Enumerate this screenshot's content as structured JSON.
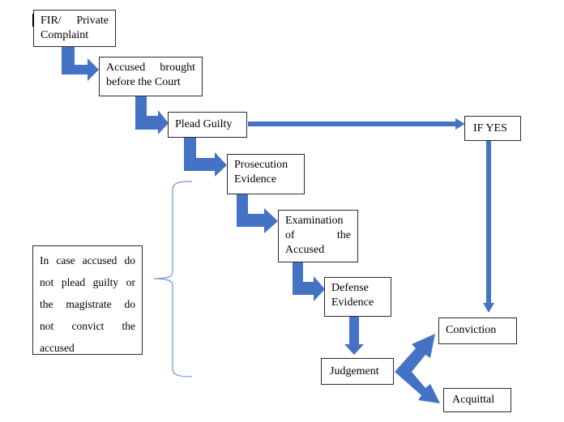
{
  "diagram": {
    "title": "",
    "accent_color": "#4472C4",
    "bracket_color": "#6F94D8",
    "nodes": {
      "fir": {
        "lines": [
          "FIR/  Private",
          "Complaint"
        ]
      },
      "accused": {
        "lines": [
          "Accused  brought",
          "before the Court"
        ]
      },
      "plead": {
        "lines": [
          "Plead Guilty"
        ]
      },
      "ifyes": {
        "lines": [
          "IF YES"
        ]
      },
      "prosecution": {
        "lines": [
          "Prosecution",
          "Evidence"
        ]
      },
      "examination": {
        "lines": [
          "Examination",
          "of          the",
          "Accused"
        ]
      },
      "defense": {
        "lines": [
          "Defense",
          "Evidence"
        ]
      },
      "judgement": {
        "lines": [
          "Judgement"
        ]
      },
      "conviction": {
        "lines": [
          "Conviction"
        ]
      },
      "acquittal": {
        "lines": [
          "Acquittal"
        ]
      }
    },
    "note": {
      "lines": [
        "In case accused do",
        "not plead guilty or",
        "the magistrate do",
        "not convict the",
        "accused"
      ]
    },
    "edges": [
      {
        "from": "fir",
        "to": "accused",
        "style": "bent-thick"
      },
      {
        "from": "accused",
        "to": "plead",
        "style": "bent-thick"
      },
      {
        "from": "plead",
        "to": "ifyes",
        "style": "straight-thin"
      },
      {
        "from": "plead",
        "to": "prosecution",
        "style": "bent-thick"
      },
      {
        "from": "prosecution",
        "to": "examination",
        "style": "bent-thick"
      },
      {
        "from": "examination",
        "to": "defense",
        "style": "bent-thick"
      },
      {
        "from": "defense",
        "to": "judgement",
        "style": "down-thick"
      },
      {
        "from": "ifyes",
        "to": "conviction",
        "style": "down-thin"
      },
      {
        "from": "judgement",
        "to": [
          "conviction",
          "acquittal"
        ],
        "style": "double-chevron"
      }
    ]
  }
}
